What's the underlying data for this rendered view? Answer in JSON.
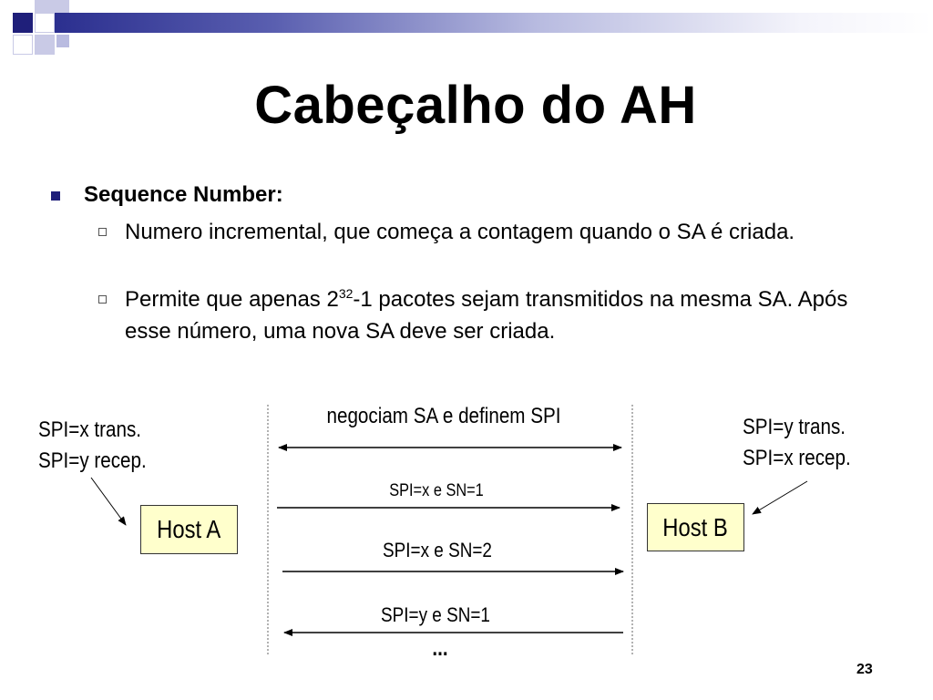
{
  "slide": {
    "title": "Cabeçalho do AH",
    "page_number": "23"
  },
  "bullets": {
    "level1": "Sequence Number:",
    "level2": [
      "Numero incremental, que começa a contagem quando o SA é criada.",
      {
        "before": "Permite que apenas 2",
        "sup": "32",
        "after": "-1 pacotes sejam transmitidos na mesma SA. Após esse número, uma nova SA deve ser criada."
      }
    ]
  },
  "diagram": {
    "left_note": [
      "SPI=x trans.",
      "SPI=y recep."
    ],
    "right_note": [
      "SPI=y trans.",
      "SPI=x recep."
    ],
    "host_a": "Host A",
    "host_b": "Host B",
    "messages": [
      "negociam SA e definem SPI",
      "SPI=x e SN=1",
      "SPI=x e SN=2",
      "SPI=y e SN=1"
    ],
    "ellipsis": "..."
  }
}
